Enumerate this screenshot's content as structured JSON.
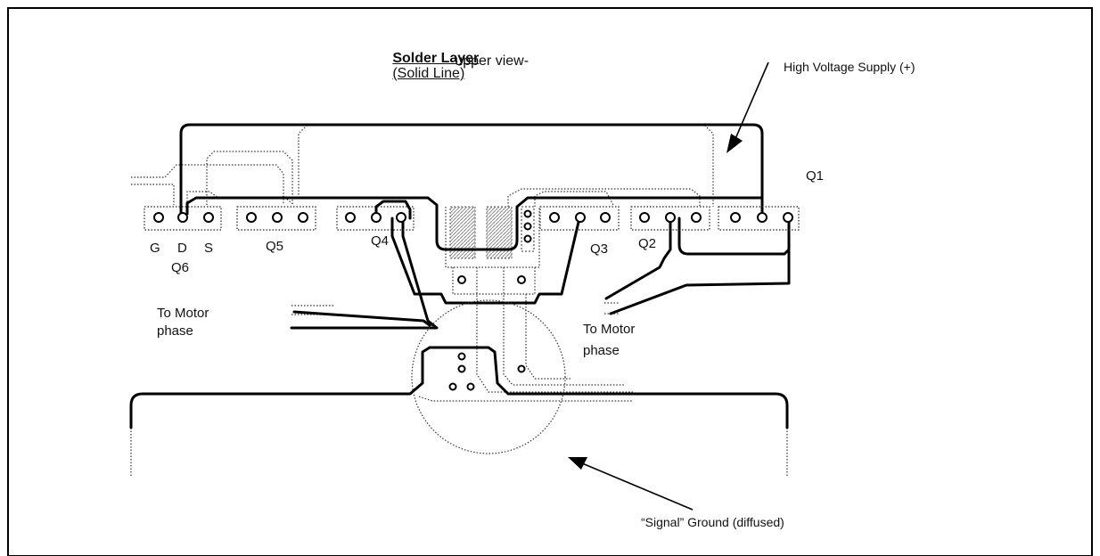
{
  "title": {
    "main": "Solder Layer",
    "qualifier": "(Solid Line)",
    "subtitle": "-upper view-"
  },
  "labels": {
    "high_voltage": "High Voltage Supply (+)",
    "q1": "Q1",
    "q2": "Q2",
    "q3": "Q3",
    "q4": "Q4",
    "q5": "Q5",
    "q6": "Q6",
    "pin_g": "G",
    "pin_d": "D",
    "pin_s": "S",
    "motor_left_line1": "To Motor",
    "motor_left_line2": "phase",
    "motor_right_line1": "To Motor",
    "motor_right_line2": "phase",
    "signal_ground": "“Signal” Ground (diffused)"
  },
  "colors": {
    "trace": "#000000",
    "background": "#ffffff",
    "frame": "#000000"
  }
}
